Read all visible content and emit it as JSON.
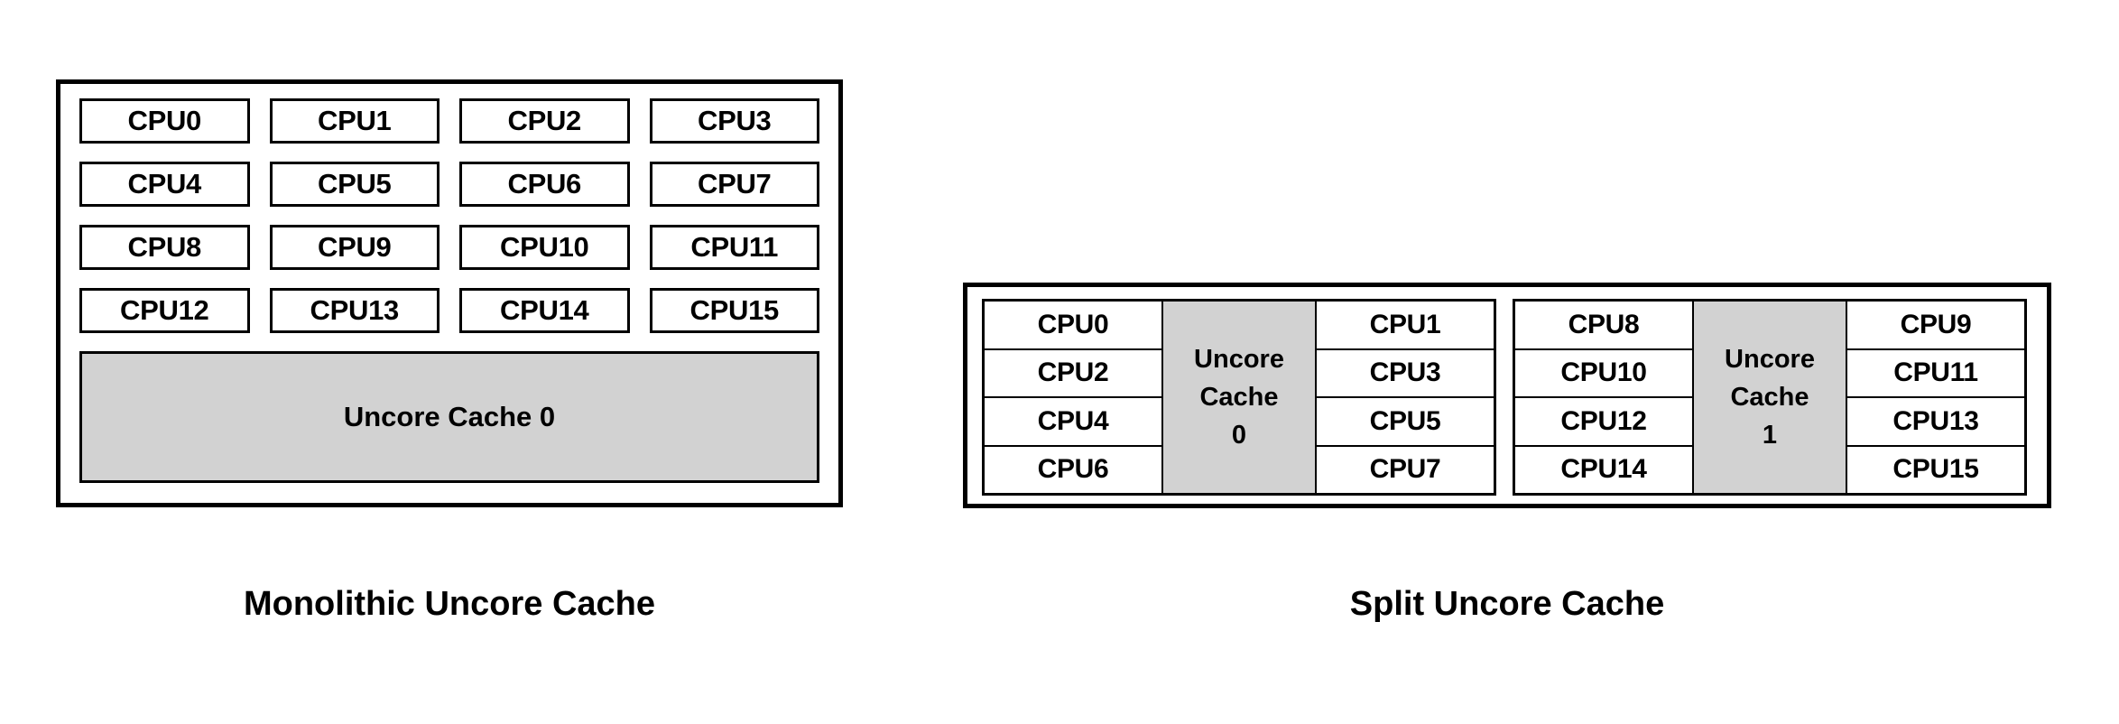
{
  "figure": {
    "background_color": "#ffffff",
    "border_color": "#000000",
    "cache_fill_color": "#d2d2d2"
  },
  "monolithic": {
    "caption": "Monolithic Uncore Cache",
    "cpu_rows": [
      [
        "CPU0",
        "CPU1",
        "CPU2",
        "CPU3"
      ],
      [
        "CPU4",
        "CPU5",
        "CPU6",
        "CPU7"
      ],
      [
        "CPU8",
        "CPU9",
        "CPU10",
        "CPU11"
      ],
      [
        "CPU12",
        "CPU13",
        "CPU14",
        "CPU15"
      ]
    ],
    "cache_label": "Uncore Cache 0"
  },
  "split": {
    "caption": "Split Uncore Cache",
    "groups": [
      {
        "left_cpus": [
          "CPU0",
          "CPU2",
          "CPU4",
          "CPU6"
        ],
        "cache_label_line1": "Uncore",
        "cache_label_line2": "Cache",
        "cache_label_line3": "0",
        "right_cpus": [
          "CPU1",
          "CPU3",
          "CPU5",
          "CPU7"
        ]
      },
      {
        "left_cpus": [
          "CPU8",
          "CPU10",
          "CPU12",
          "CPU14"
        ],
        "cache_label_line1": "Uncore",
        "cache_label_line2": "Cache",
        "cache_label_line3": "1",
        "right_cpus": [
          "CPU9",
          "CPU11",
          "CPU13",
          "CPU15"
        ]
      }
    ]
  }
}
